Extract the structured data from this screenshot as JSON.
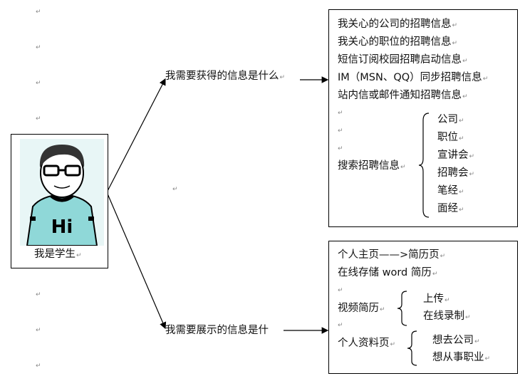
{
  "student": {
    "label": "我是学生",
    "shirt_text": "Hi",
    "shirt_color": "#8fd8d8"
  },
  "branch_top": {
    "question": "我需要获得的信息是什么",
    "lines": [
      "我关心的公司的招聘信息",
      "我关心的职位的招聘信息",
      "短信订阅校园招聘启动信息",
      "IM（MSN、QQ）同步招聘信息",
      "站内信或邮件通知招聘信息"
    ],
    "search_label": "搜索招聘信息",
    "search_items": [
      "公司",
      "职位",
      "宣讲会",
      "招聘会",
      "笔经",
      "面经"
    ]
  },
  "branch_bottom": {
    "question": "我需要展示的信息是什",
    "lines": [
      "个人主页——>简历页",
      "在线存储 word 简历"
    ],
    "video_label": "视频简历",
    "video_items": [
      "上传",
      "在线录制"
    ],
    "profile_label": "个人资料页",
    "profile_items": [
      "想去公司",
      "想从事职业"
    ]
  }
}
